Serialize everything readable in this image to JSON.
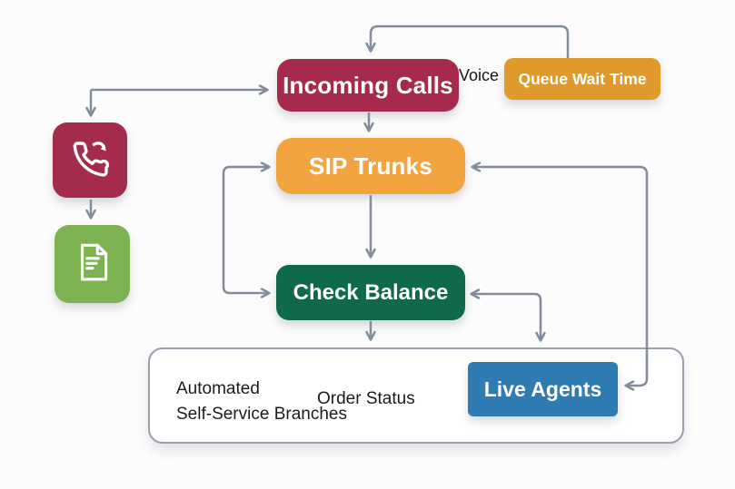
{
  "diagram": {
    "title": "IVR call flow diagram",
    "background_color": "#fcfcfd",
    "arrow_color": "#838D99",
    "nodes": {
      "incoming_calls": {
        "label": "Incoming Calls",
        "color": "#A52A4C"
      },
      "voice": {
        "label": "Voice"
      },
      "queue_wait_time": {
        "label": "Queue Wait Time",
        "color": "#E0992B"
      },
      "sip_trunks": {
        "label": "SIP Trunks",
        "color": "#F2A440"
      },
      "check_balance": {
        "label": "Check Balance",
        "color": "#0F6A4A"
      },
      "live_agents": {
        "label": "Live Agents",
        "color": "#2E7CB1"
      }
    },
    "container": {
      "label_line1": "Automated",
      "label_line2": "Self-Service Branches",
      "side_label": "Order Status",
      "border_color": "#98A0AB"
    },
    "icons": {
      "phone_tile": {
        "icon": "incoming-call-icon",
        "color": "#A42B4C"
      },
      "document_tile": {
        "icon": "document-icon",
        "color": "#7CB350"
      }
    }
  }
}
